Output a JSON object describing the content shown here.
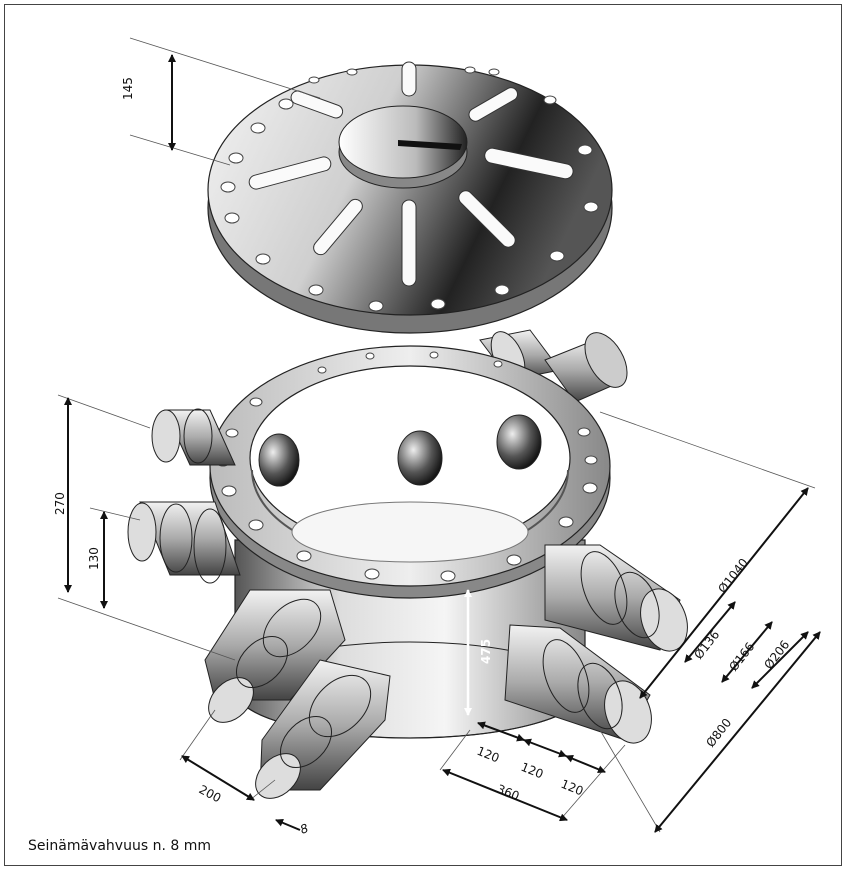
{
  "dimensions": {
    "lid_height": "145",
    "total_height": "270",
    "pipe_height": "130",
    "body_height": "475",
    "flange_diameter": "Ø1040",
    "pipe_d1": "Ø136",
    "pipe_d2": "Ø166",
    "pipe_d3": "Ø206",
    "body_diameter": "Ø800",
    "spacing_a": "120",
    "spacing_b": "120",
    "spacing_c": "120",
    "spacing_total": "360",
    "stub_length": "200",
    "wall_thickness": "8"
  },
  "caption": "Seinämävahvuus n. 8 mm"
}
